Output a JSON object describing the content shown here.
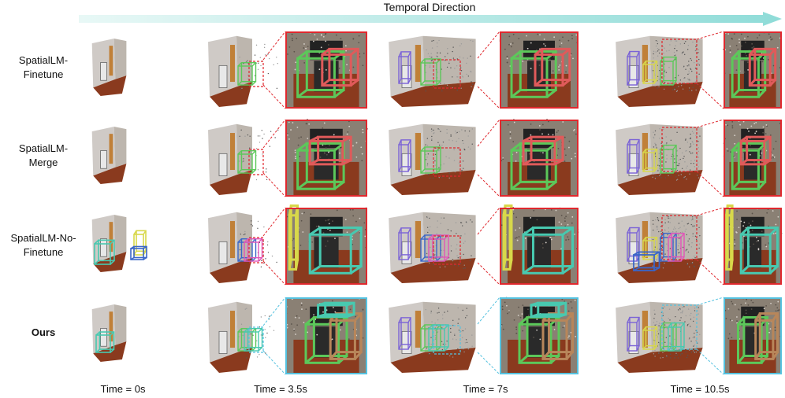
{
  "header": {
    "title": "Temporal Direction"
  },
  "rows": [
    {
      "label_line1": "SpatialLM-",
      "label_line2": "Finetune",
      "zoom_color": "#e0282e"
    },
    {
      "label_line1": "SpatialLM-",
      "label_line2": "Merge",
      "zoom_color": "#e0282e"
    },
    {
      "label_line1": "SpatialLM-No-",
      "label_line2": "Finetune",
      "zoom_color": "#e0282e"
    },
    {
      "label_line1": "Ours",
      "label_line2": "",
      "zoom_color": "#55c2e0"
    }
  ],
  "times": [
    "Time = 0s",
    "Time = 3.5s",
    "Time = 7s",
    "Time = 10.5s"
  ],
  "colors": {
    "arrow": "#c9f0ee",
    "zoom_red": "#e0282e",
    "zoom_cyan": "#55c2e0",
    "box_green": "#5cc85a",
    "box_red": "#e05a5a",
    "box_purple": "#7b63d6",
    "box_teal": "#48c9b0",
    "box_yellow": "#d8d84a",
    "box_pink": "#e056b8",
    "box_blue": "#3a66c8",
    "box_brown": "#b8865a",
    "floor": "#8a3a1e",
    "wall": "#cfcac6",
    "door": "#c08038"
  }
}
